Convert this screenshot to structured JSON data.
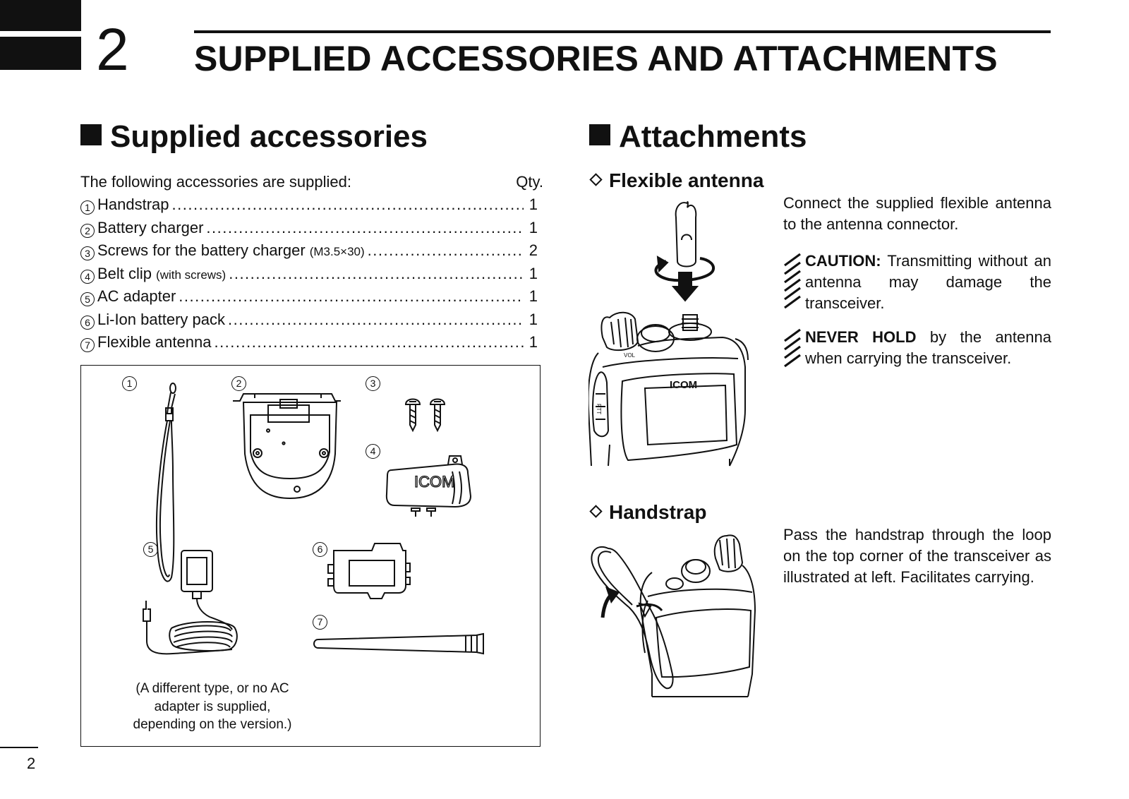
{
  "header": {
    "chapter_number": "2",
    "chapter_title": "SUPPLIED ACCESSORIES AND ATTACHMENTS"
  },
  "supplied": {
    "title": "Supplied accessories",
    "intro": "The following accessories are supplied:",
    "qty_header": "Qty.",
    "items": [
      {
        "num": "1",
        "name": "Handstrap",
        "note": "",
        "qty": "1"
      },
      {
        "num": "2",
        "name": "Battery charger",
        "note": "",
        "qty": "1"
      },
      {
        "num": "3",
        "name": "Screws for the battery charger",
        "note": "(M3.5×30)",
        "qty": "2"
      },
      {
        "num": "4",
        "name": "Belt clip",
        "note": "(with screws)",
        "qty": "1"
      },
      {
        "num": "5",
        "name": "AC adapter",
        "note": "",
        "qty": "1"
      },
      {
        "num": "6",
        "name": "Li-Ion battery pack",
        "note": "",
        "qty": "1"
      },
      {
        "num": "7",
        "name": "Flexible antenna",
        "note": "",
        "qty": "1"
      }
    ],
    "figure": {
      "labels": [
        "1",
        "2",
        "3",
        "4",
        "5",
        "6",
        "7"
      ],
      "clip_logo": "ICOM",
      "adapter_note": "(A different type, or no AC adapter is supplied, depending on the version.)"
    }
  },
  "attachments": {
    "title": "Attachments",
    "antenna": {
      "title": "Flexible antenna",
      "text": "Connect the supplied flexible antenna to the antenna connector.",
      "caution_label": "CAUTION:",
      "caution_text": "Transmitting without an antenna may damage the transceiver.",
      "never_label": "NEVER HOLD",
      "never_text": "by the antenna when carrying the transceiver.",
      "radio_logo": "ICOM",
      "radio_vol": "VOL",
      "radio_ptt": "PTT"
    },
    "handstrap": {
      "title": "Handstrap",
      "text": "Pass the handstrap through the loop on the top corner of the transceiver as illustrated at left. Facilitates carrying."
    }
  },
  "footer": {
    "page_number": "2"
  }
}
